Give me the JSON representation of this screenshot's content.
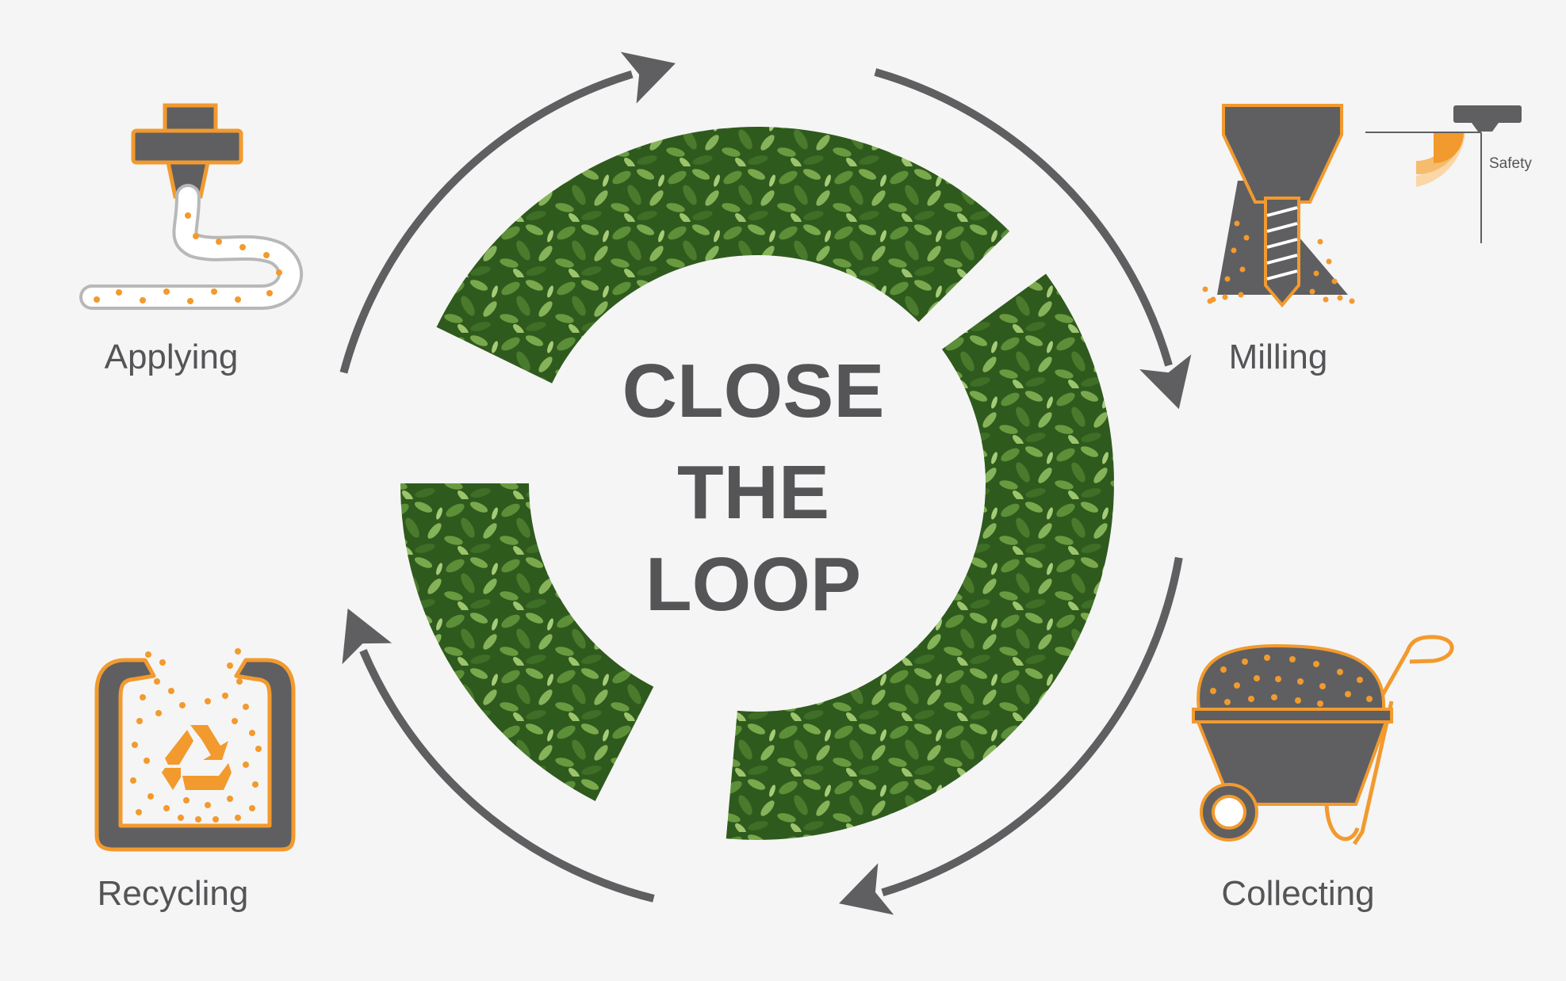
{
  "title": {
    "line1": "CLOSE",
    "line2": "THE",
    "line3": "LOOP"
  },
  "steps": [
    {
      "label": "Applying",
      "icon": "nozzle-icon"
    },
    {
      "label": "Milling",
      "icon": "mill-icon"
    },
    {
      "label": "Collecting",
      "icon": "wheelbarrow-icon"
    },
    {
      "label": "Recycling",
      "icon": "recycling-container-icon"
    }
  ],
  "safety_label": "Safety",
  "colors": {
    "accent": "#f29a2e",
    "dark": "#5f5f61",
    "background": "#f5f5f5",
    "leaf": "#3d6b26"
  }
}
